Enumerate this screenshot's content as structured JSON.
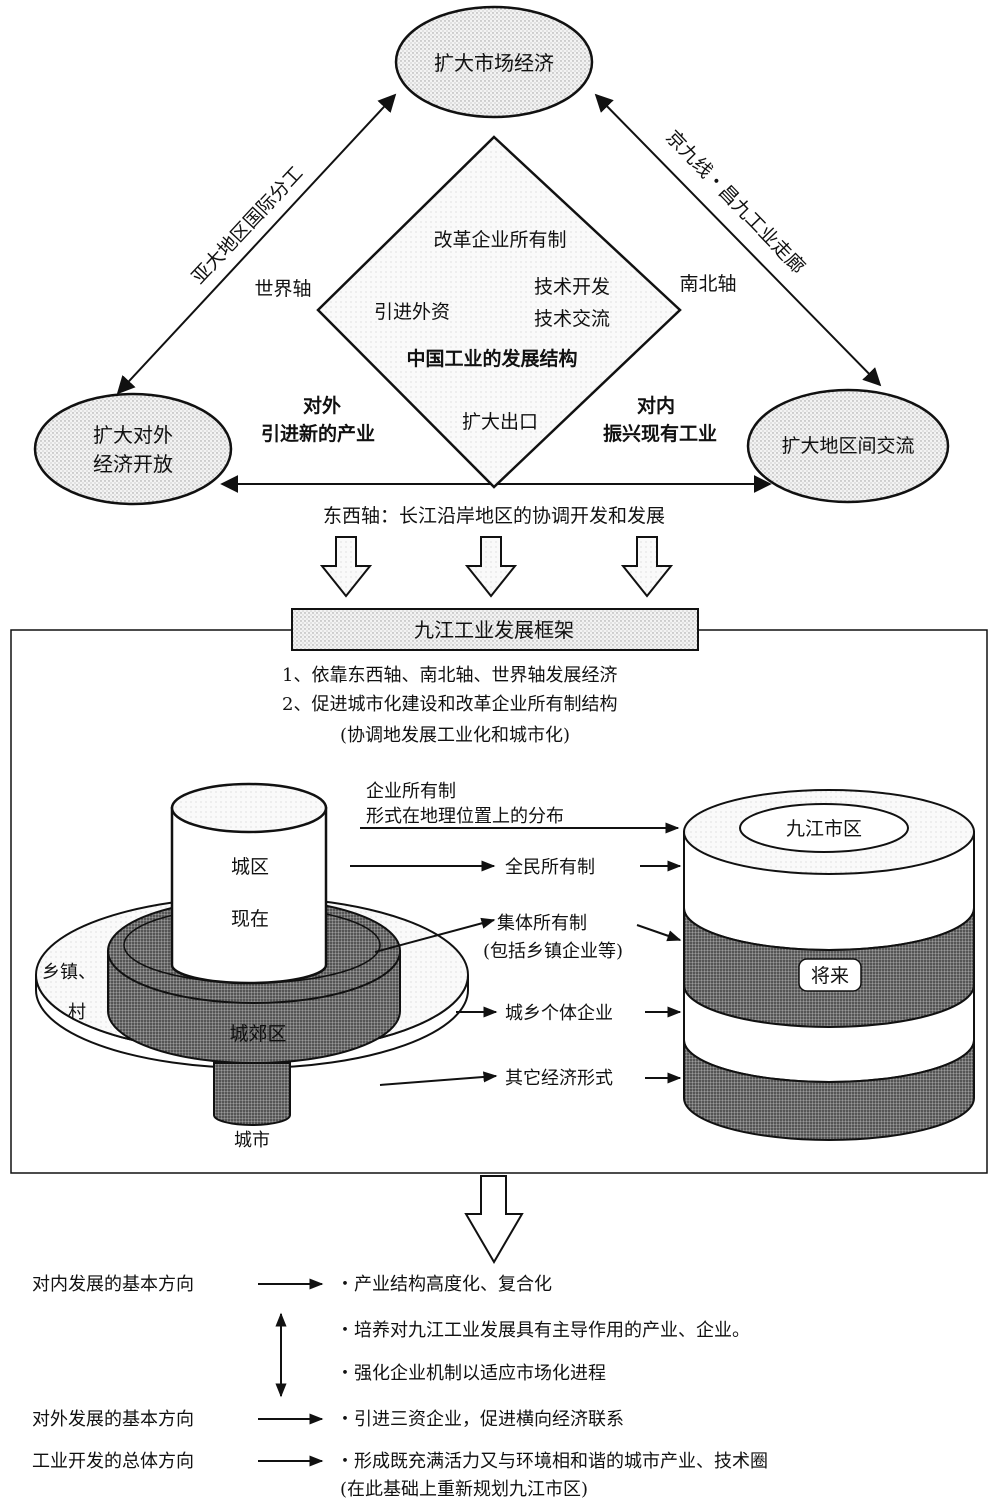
{
  "top": {
    "nodes": {
      "market": "扩大市场经济",
      "open": [
        "扩大对外",
        "经济开放"
      ],
      "region": "扩大地区间交流"
    },
    "edges": {
      "world_axis_route": "亚大地区国际分工",
      "world_axis": "世界轴",
      "ns_axis_route": "京九线・昌九工业走廊",
      "ns_axis": "南北轴",
      "ew_axis": "东西轴：长江沿岸地区的协调开发和发展"
    },
    "diamond": {
      "item1": "改革企业所有制",
      "item2": "引进外资",
      "item3a": "技术开发",
      "item3b": "技术交流",
      "center": "中国工业的发展结构",
      "item4": "扩大出口"
    },
    "side_labels": {
      "external_title": "对外",
      "external_desc": "引进新的产业",
      "internal_title": "对内",
      "internal_desc": "振兴现有工业"
    }
  },
  "framework": {
    "title": "九江工业发展框架",
    "points": [
      "1、依靠东西轴、南北轴、世界轴发展经济",
      "2、促进城市化建设和改革企业所有制结构"
    ],
    "note": "(协调地发展工业化和城市化)"
  },
  "middle": {
    "present": {
      "urban": "城区",
      "now": "现在",
      "town": "乡镇、",
      "village": "村",
      "suburb": "城郊区",
      "city": "城市"
    },
    "ownership": {
      "header_1": "企业所有制",
      "header_2": "形式在地理位置上的分布",
      "state": "全民所有制",
      "collective": "集体所有制",
      "collective_note": "(包括乡镇企业等)",
      "individual": "城乡个体企业",
      "other": "其它经济形式"
    },
    "future": {
      "city": "九江市区",
      "label": "将来"
    }
  },
  "bottom": {
    "internal_label": "对内发展的基本方向",
    "external_label": "对外发展的基本方向",
    "overall_label": "工业开发的总体方向",
    "items": [
      "・产业结构高度化、复合化",
      "・培养对九江工业发展具有主导作用的产业、企业。",
      "・强化企业机制以适应市场化进程",
      "・引进三资企业，促进横向经济联系",
      "・形成既充满活力又与环境相和谐的城市产业、技术圈"
    ],
    "final_note": "(在此基础上重新规划九江市区)"
  }
}
